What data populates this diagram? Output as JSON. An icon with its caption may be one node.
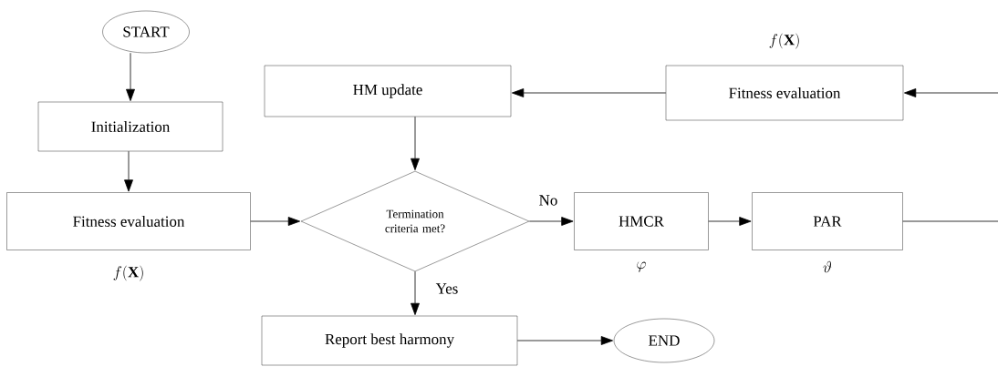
{
  "diagram": {
    "nodes": [
      {
        "text": [
          "START"
        ]
      },
      {
        "text": [
          "Initialization"
        ]
      },
      {
        "text": [
          "Fitness evaluation"
        ],
        "beside": [
          "f(\\mathbf{X})"
        ]
      },
      {
        "text": [
          "Termination criteria met?"
        ]
      },
      {
        "text": [
          "HMCR"
        ],
        "beside": [
          "\\varphi"
        ]
      },
      {
        "text": [
          "PAR"
        ],
        "beside": [
          "\\vartheta"
        ]
      },
      {
        "text": [
          "Fitness evaluation"
        ],
        "beside": [
          "f(\\mathbf{X})"
        ]
      },
      {
        "text": [
          "HM update"
        ]
      },
      {
        "text": [
          "Report best harmony"
        ]
      },
      {
        "text": [
          "END"
        ]
      }
    ],
    "edges": [
      {
        "from": 0,
        "to": 1,
        "arrow": "to"
      },
      {
        "from": 1,
        "to": 2,
        "arrow": "to"
      },
      {
        "from": 2,
        "to": 3,
        "arrow": "to"
      },
      {
        "from": 3,
        "to": 4,
        "arrow": "to",
        "label": "No"
      },
      {
        "from": 4,
        "to": 5,
        "arrow": "to"
      },
      {
        "from": 5,
        "to": null,
        "arrow": "none"
      },
      {
        "from": null,
        "to": 6,
        "arrow": "to"
      },
      {
        "from": 6,
        "to": 7,
        "arrow": "to"
      },
      {
        "from": 7,
        "to": 3,
        "arrow": "to"
      },
      {
        "from": 3,
        "to": 8,
        "arrow": "to",
        "label": "Yes"
      },
      {
        "from": 8,
        "to": 9,
        "arrow": "to"
      }
    ]
  }
}
